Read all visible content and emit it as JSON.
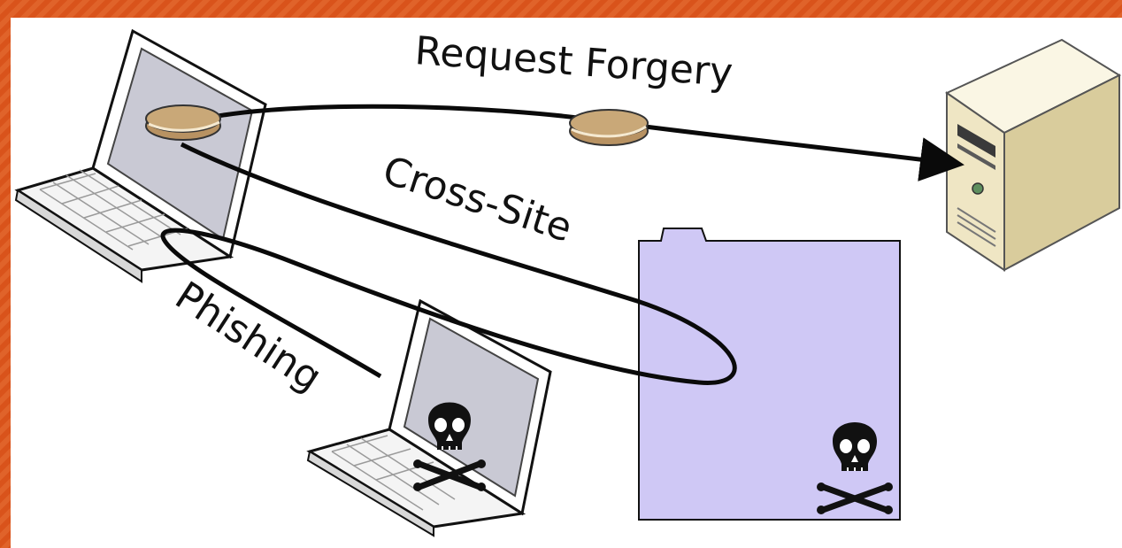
{
  "labels": {
    "request_forgery": "Request Forgery",
    "cross_site": "Cross-Site",
    "phishing": "Phishing"
  },
  "colors": {
    "frame": "#d9531b",
    "document_fill": "#cfc8f5",
    "screen": "#c9c9d4",
    "server_body": "#f1ead0",
    "cookie": "#c9a878",
    "line": "#0a0a0a"
  },
  "icons": [
    "laptop-icon",
    "server-icon",
    "cookie-icon",
    "skull-crossbones-icon",
    "document-icon"
  ]
}
